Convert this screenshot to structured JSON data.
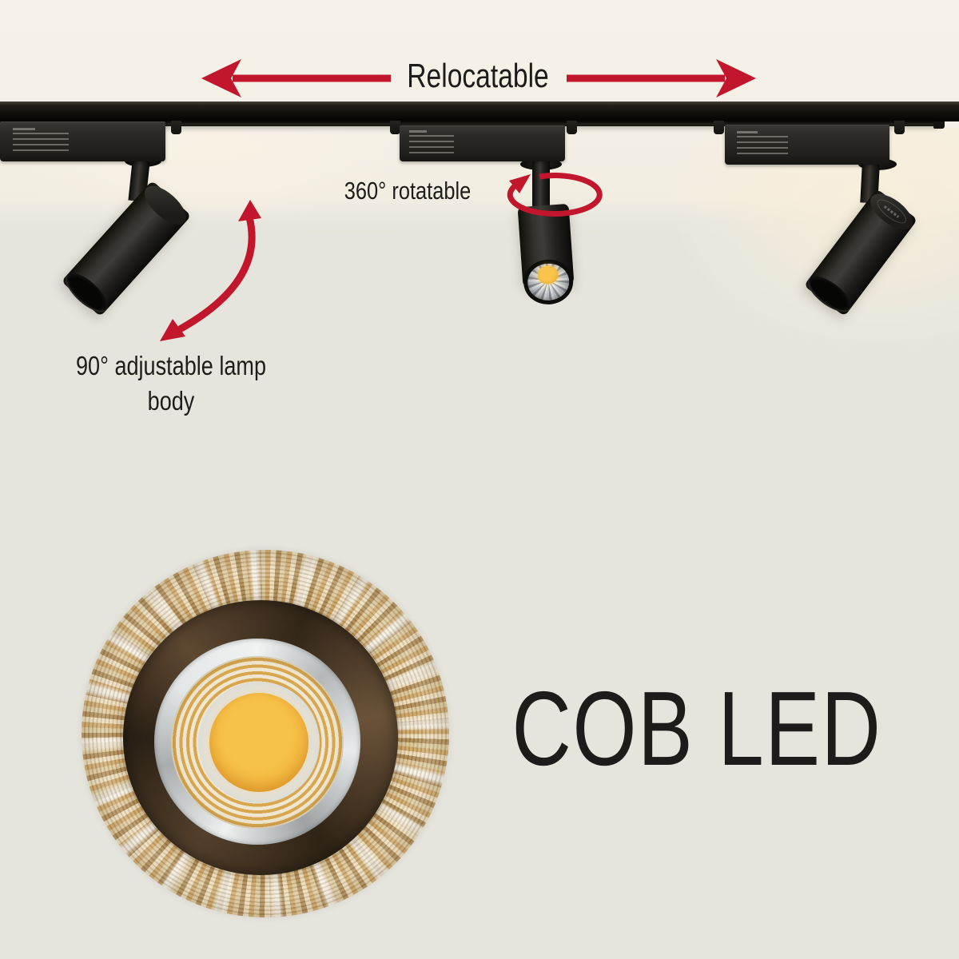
{
  "annotations": {
    "relocatable": {
      "label": "Relocatable"
    },
    "rotatable": {
      "label": "360° rotatable"
    },
    "adjustable": {
      "label": "90° adjustable lamp body",
      "line1": "90° adjustable lamp",
      "line2": "body"
    },
    "cob_led": {
      "label": "COB LED"
    }
  },
  "icons": {
    "relocatable_left": "arrow-left-icon",
    "relocatable_right": "arrow-right-icon",
    "rotation": "rotation-ellipse-arrow-icon",
    "swing": "curved-double-arrow-icon"
  },
  "colors": {
    "accent_red": "#C1162C",
    "text_black": "#1D1C1A",
    "wall_cream": "#F4F0E6",
    "wall_lower_gray": "#E6E5DD",
    "rail_black": "#17150F",
    "fixture_black": "#23211E",
    "reflector_silver": "#C6CBCF",
    "cob_gold": "#C89E5C",
    "cob_dark_bronze": "#3A2C1E",
    "cob_chip_yellow": "#F2B43E"
  },
  "fixture_count": "3"
}
